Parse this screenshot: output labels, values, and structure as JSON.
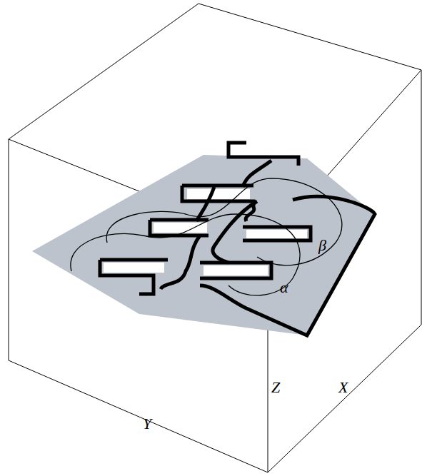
{
  "diagram": {
    "labels": [
      "β",
      "α",
      "Z",
      "X",
      "Y"
    ]
  }
}
